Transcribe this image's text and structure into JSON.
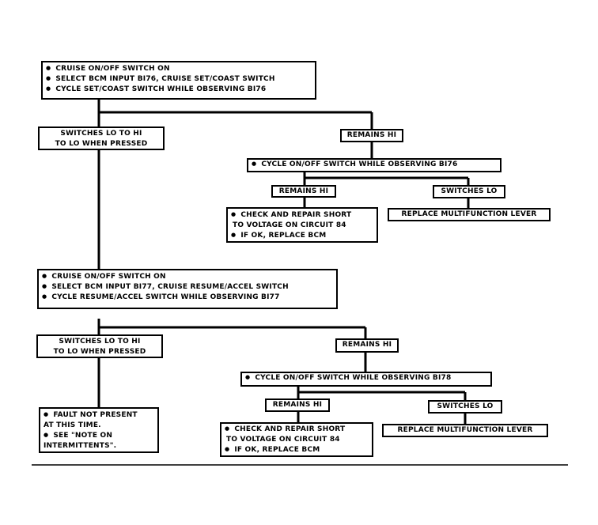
{
  "section1": {
    "steps": [
      "CRUISE ON/OFF SWITCH ON",
      "SELECT BCM INPUT BI76, CRUISE SET/COAST SWITCH",
      "CYCLE SET/COAST SWITCH WHILE OBSERVING BI76"
    ],
    "switches": [
      "SWITCHES LO TO HI",
      "TO LO WHEN PRESSED"
    ],
    "remains_hi": "REMAINS HI",
    "cycle_onoff": "CYCLE ON/OFF SWITCH WHILE OBSERVING BI76",
    "remains_hi_2": "REMAINS HI",
    "switches_lo": "SWITCHES LO",
    "check_repair": [
      "CHECK AND REPAIR SHORT",
      "TO VOLTAGE ON CIRCUIT 84",
      "IF OK, REPLACE BCM"
    ],
    "replace_lever": "REPLACE MULTIFUNCTION LEVER"
  },
  "section2": {
    "steps": [
      "CRUISE ON/OFF SWITCH ON",
      "SELECT BCM INPUT BI77, CRUISE RESUME/ACCEL SWITCH",
      "CYCLE RESUME/ACCEL SWITCH WHILE OBSERVING BI77"
    ],
    "switches": [
      "SWITCHES LO TO HI",
      "TO LO WHEN PRESSED"
    ],
    "remains_hi": "REMAINS HI",
    "cycle_onoff": "CYCLE ON/OFF SWITCH WHILE OBSERVING BI78",
    "remains_hi_2": "REMAINS HI",
    "switches_lo": "SWITCHES LO",
    "check_repair": [
      "CHECK AND REPAIR SHORT",
      "TO VOLTAGE ON CIRCUIT 84",
      "IF OK, REPLACE BCM"
    ],
    "replace_lever": "REPLACE MULTIFUNCTION LEVER",
    "fault": [
      "FAULT NOT PRESENT",
      "AT THIS TIME.",
      "SEE \"NOTE ON",
      "INTERMITTENTS\"."
    ]
  }
}
